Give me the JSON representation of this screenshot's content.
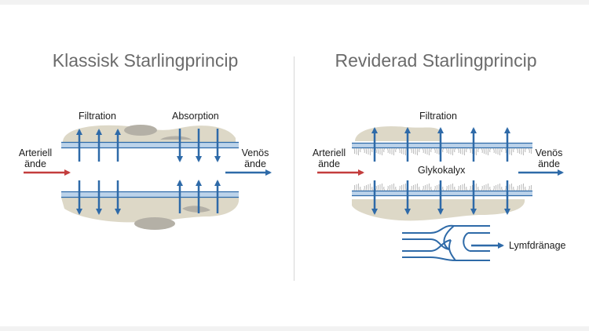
{
  "left_panel": {
    "title": "Klassisk Starlingprincip",
    "labels": {
      "filtration": "Filtration",
      "absorption": "Absorption",
      "arterial": [
        "Arteriell",
        "ände"
      ],
      "venous": [
        "Venös",
        "ände"
      ]
    }
  },
  "right_panel": {
    "title": "Reviderad Starlingprincip",
    "labels": {
      "filtration": "Filtration",
      "glycocalyx": "Glykokalyx",
      "arterial": [
        "Arteriell",
        "ände"
      ],
      "venous": [
        "Venös",
        "ände"
      ],
      "lymph": "Lymfdränage"
    }
  },
  "colors": {
    "arrow_blue": "#2e6aa8",
    "vessel_light": "#bcd3ea",
    "arterial_red": "#c33d3d",
    "venous_blue": "#2e6aa8",
    "tissue_beige": "#ddd8c7",
    "tissue_gray": "#b4b0a6",
    "title_gray": "#6b6b6b",
    "glycocalyx_gray": "#b9b9b9"
  },
  "icons": {
    "flow_arrow": "arrow-icon",
    "glycocalyx": "glycocalyx-fringe-icon",
    "lymph_vessel": "lymph-valve-icon"
  }
}
